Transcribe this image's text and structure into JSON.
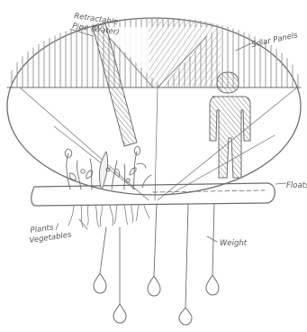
{
  "labels": {
    "pipe_line1": "Retractable",
    "pipe_line2": "Pipe (Water)",
    "solar": "Solar Panels",
    "float": "Floats",
    "plants_line1": "Plants /",
    "plants_line2": "Vegetables",
    "weight": "Weight"
  },
  "colors": {
    "pencil": "#6d6d6d",
    "hatch": "#9a9a9a",
    "paper": "#ffffff"
  },
  "icons": {
    "person": "person-silhouette-icon",
    "plants": "plant-cluster-icon",
    "weights": "drop-weight-icon"
  }
}
